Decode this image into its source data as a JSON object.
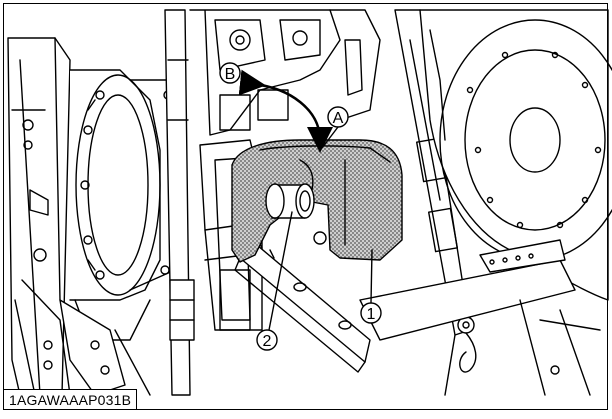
{
  "figure": {
    "caption": "1AGAWAAAP031B",
    "callouts": {
      "A": "A",
      "B": "B",
      "one": "1",
      "two": "2"
    }
  },
  "colors": {
    "line": "#000000",
    "background": "#ffffff",
    "shield_fill": "#9a9a9a"
  }
}
